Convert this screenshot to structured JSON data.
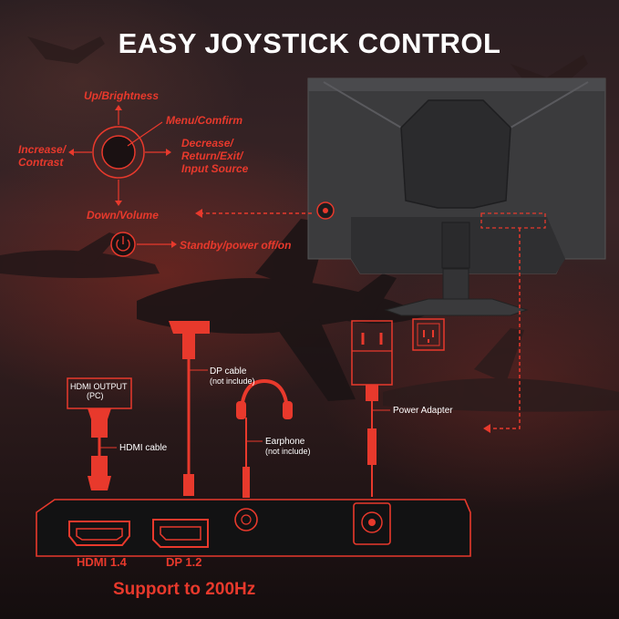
{
  "title": "EASY JOYSTICK CONTROL",
  "joystick": {
    "up": "Up/Brightness",
    "menu": "Menu/Comfirm",
    "left": [
      "Increase/",
      "Contrast"
    ],
    "right": [
      "Decrease/",
      "Return/Exit/",
      "Input Source"
    ],
    "down": "Down/Volume",
    "power": "Standby/power off/on"
  },
  "connections": {
    "hdmi_output_box": [
      "HDMI OUTPUT",
      "(PC)"
    ],
    "hdmi_cable": "HDMI cable",
    "dp_cable": [
      "DP cable",
      "(not include)"
    ],
    "earphone": [
      "Earphone",
      "(not include)"
    ],
    "power_adapter": "Power Adapter"
  },
  "ports": {
    "hdmi": "HDMI 1.4",
    "dp": "DP 1.2"
  },
  "support": "Support to 200Hz",
  "colors": {
    "accent": "#e8392c",
    "background": "#1a1112",
    "monitor": "#3b3b3d"
  }
}
